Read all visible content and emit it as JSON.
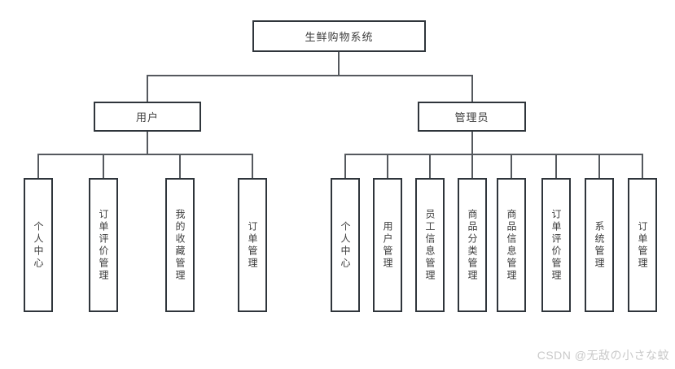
{
  "diagram": {
    "title": "生鲜购物系统",
    "root": {
      "label": "生鲜购物系统"
    },
    "branches": [
      {
        "label": "用户",
        "children": [
          "个人中心",
          "订单评价管理",
          "我的收藏管理",
          "订单管理"
        ]
      },
      {
        "label": "管理员",
        "children": [
          "个人中心",
          "用户管理",
          "员工信息管理",
          "商品分类管理",
          "商品信息管理",
          "订单评价管理",
          "系统管理",
          "订单管理"
        ]
      }
    ]
  },
  "watermark": {
    "text": "CSDN @无敌の小さな蚊"
  },
  "colors": {
    "background": "#ffffff",
    "box_border": "#2f353b",
    "connector": "#55595e",
    "text": "#3d3d3d",
    "watermark": "#c9c9c9"
  }
}
